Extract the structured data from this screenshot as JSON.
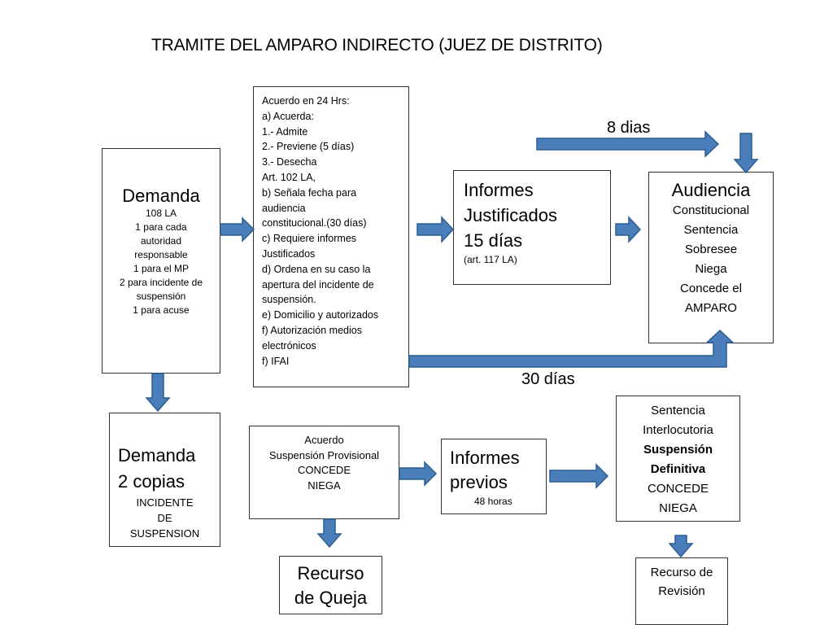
{
  "title": "TRAMITE DEL AMPARO INDIRECTO (JUEZ DE DISTRITO)",
  "demanda": {
    "heading": "Demanda",
    "lines": [
      "108 LA",
      "1 para cada",
      "autoridad",
      "responsable",
      "1 para el MP",
      "2 para incidente de",
      "suspensión",
      "1 para acuse"
    ]
  },
  "acuerdo24": {
    "lines": [
      "Acuerdo en 24 Hrs:",
      "a) Acuerda:",
      "1.- Admite",
      "2.- Previene (5 días)",
      "3.- Desecha",
      "Art. 102 LA,",
      "b) Señala fecha para",
      "audiencia",
      "constitucional.(30 días)",
      "c) Requiere informes",
      "Justificados",
      "d) Ordena en su caso la",
      "apertura del incidente de",
      "suspensión.",
      "e) Domicilio y autorizados",
      "f) Autorización medios",
      "electrónicos",
      "f) IFAI"
    ]
  },
  "informes_justificados": {
    "lines": [
      "Informes",
      "Justificados",
      "15 días"
    ],
    "note": "(art. 117 LA)"
  },
  "audiencia": {
    "heading": "Audiencia",
    "lines": [
      "Constitucional",
      "Sentencia",
      "Sobresee",
      "Niega",
      "Concede el",
      "AMPARO"
    ]
  },
  "label_8dias": "8 dias",
  "label_30dias": "30 días",
  "demanda_copias": {
    "lines": [
      "Demanda",
      "2 copias"
    ],
    "sub": [
      "INCIDENTE",
      "DE",
      "SUSPENSION"
    ]
  },
  "acuerdo_suspension": {
    "lines": [
      "Acuerdo",
      "Suspensión Provisional",
      "CONCEDE",
      "NIEGA"
    ]
  },
  "informes_previos": {
    "lines": [
      "Informes",
      "previos"
    ],
    "note": "48 horas"
  },
  "sentencia_interlocutoria": {
    "lines_normal": [
      "Sentencia",
      "Interlocutoria"
    ],
    "lines_bold": [
      "Suspensión",
      "Definitiva"
    ],
    "lines_after": [
      "CONCEDE",
      "NIEGA"
    ]
  },
  "recurso_queja": {
    "lines": [
      "Recurso",
      "de Queja"
    ]
  },
  "recurso_revision": {
    "lines": [
      "Recurso de",
      "Revisión"
    ]
  },
  "colors": {
    "arrow_fill": "#4a7ebb",
    "arrow_stroke": "#2c5d8f",
    "box_border": "#333333"
  }
}
